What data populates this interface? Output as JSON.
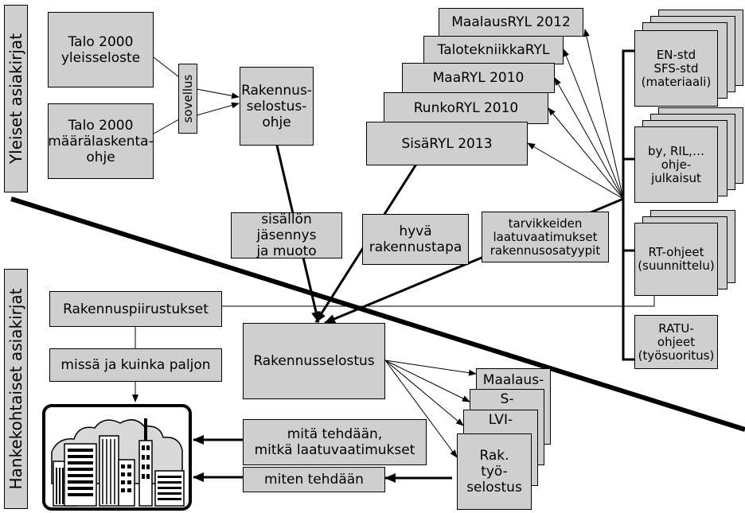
{
  "side_labels": {
    "general": "Yleiset asiakirjat",
    "project": "Hankekohtaiset asiakirjat"
  },
  "general_docs": {
    "talo_yleisseloste": "Talo 2000\nyleisseloste",
    "talo_maaralaskenta": "Talo 2000\nmäärälaskenta-\nohje",
    "sovellus": "sovellus",
    "rakennusselostusohje": "Rakennus-\nselostus-\nohje"
  },
  "ryl": {
    "maalaus": "MaalausRYL 2012",
    "taloteknikka": "TalotekniikkaRYL",
    "maa": "MaaRYL 2010",
    "runko": "RunkoRYL 2010",
    "sisa": "SisäRYL 2013"
  },
  "standards": {
    "en_std": "EN-std\nSFS-std\n(materiaali)",
    "by_ril": "by, RIL,…\nohje-\njulkaisut",
    "rt": "RT-ohjeet\n(suunnittelu)",
    "ratu": "RATU-\nohjeet\n(työsuoritus)"
  },
  "middle_labels": {
    "sisallon": "sisällön jäsennys\nja muoto",
    "hyva": "hyvä\nrakennustapa",
    "tarvikkeiden": "tarvikkeiden\nlaatuvaatimukset\nrakennusosatyypit"
  },
  "project_docs": {
    "piirustukset": "Rakennuspiirustukset",
    "missa": "missä ja kuinka paljon",
    "rakennusselostus": "Rakennusselostus",
    "mita": "mitä tehdään,\nmitkä laatuvaatimukset",
    "miten": "miten tehdään"
  },
  "work_descriptions": {
    "maalaus": "Maalaus-",
    "s": "S-",
    "lvi": "LVI-",
    "rak": "Rak.\ntyö-\nselostus"
  }
}
